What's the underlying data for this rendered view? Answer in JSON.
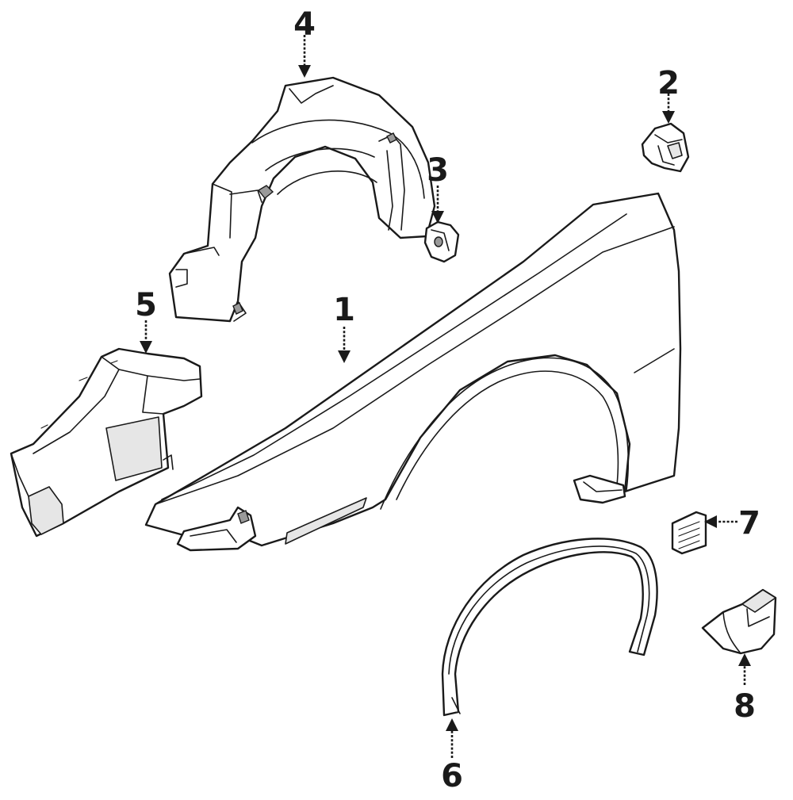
{
  "callouts": [
    {
      "id": "1",
      "part": "fender"
    },
    {
      "id": "2",
      "part": "bracket"
    },
    {
      "id": "3",
      "part": "nut-clip"
    },
    {
      "id": "4",
      "part": "inner-liner"
    },
    {
      "id": "5",
      "part": "splash-shield"
    },
    {
      "id": "6",
      "part": "wheel-opening-molding"
    },
    {
      "id": "7",
      "part": "emblem"
    },
    {
      "id": "8",
      "part": "molding-clip"
    }
  ]
}
